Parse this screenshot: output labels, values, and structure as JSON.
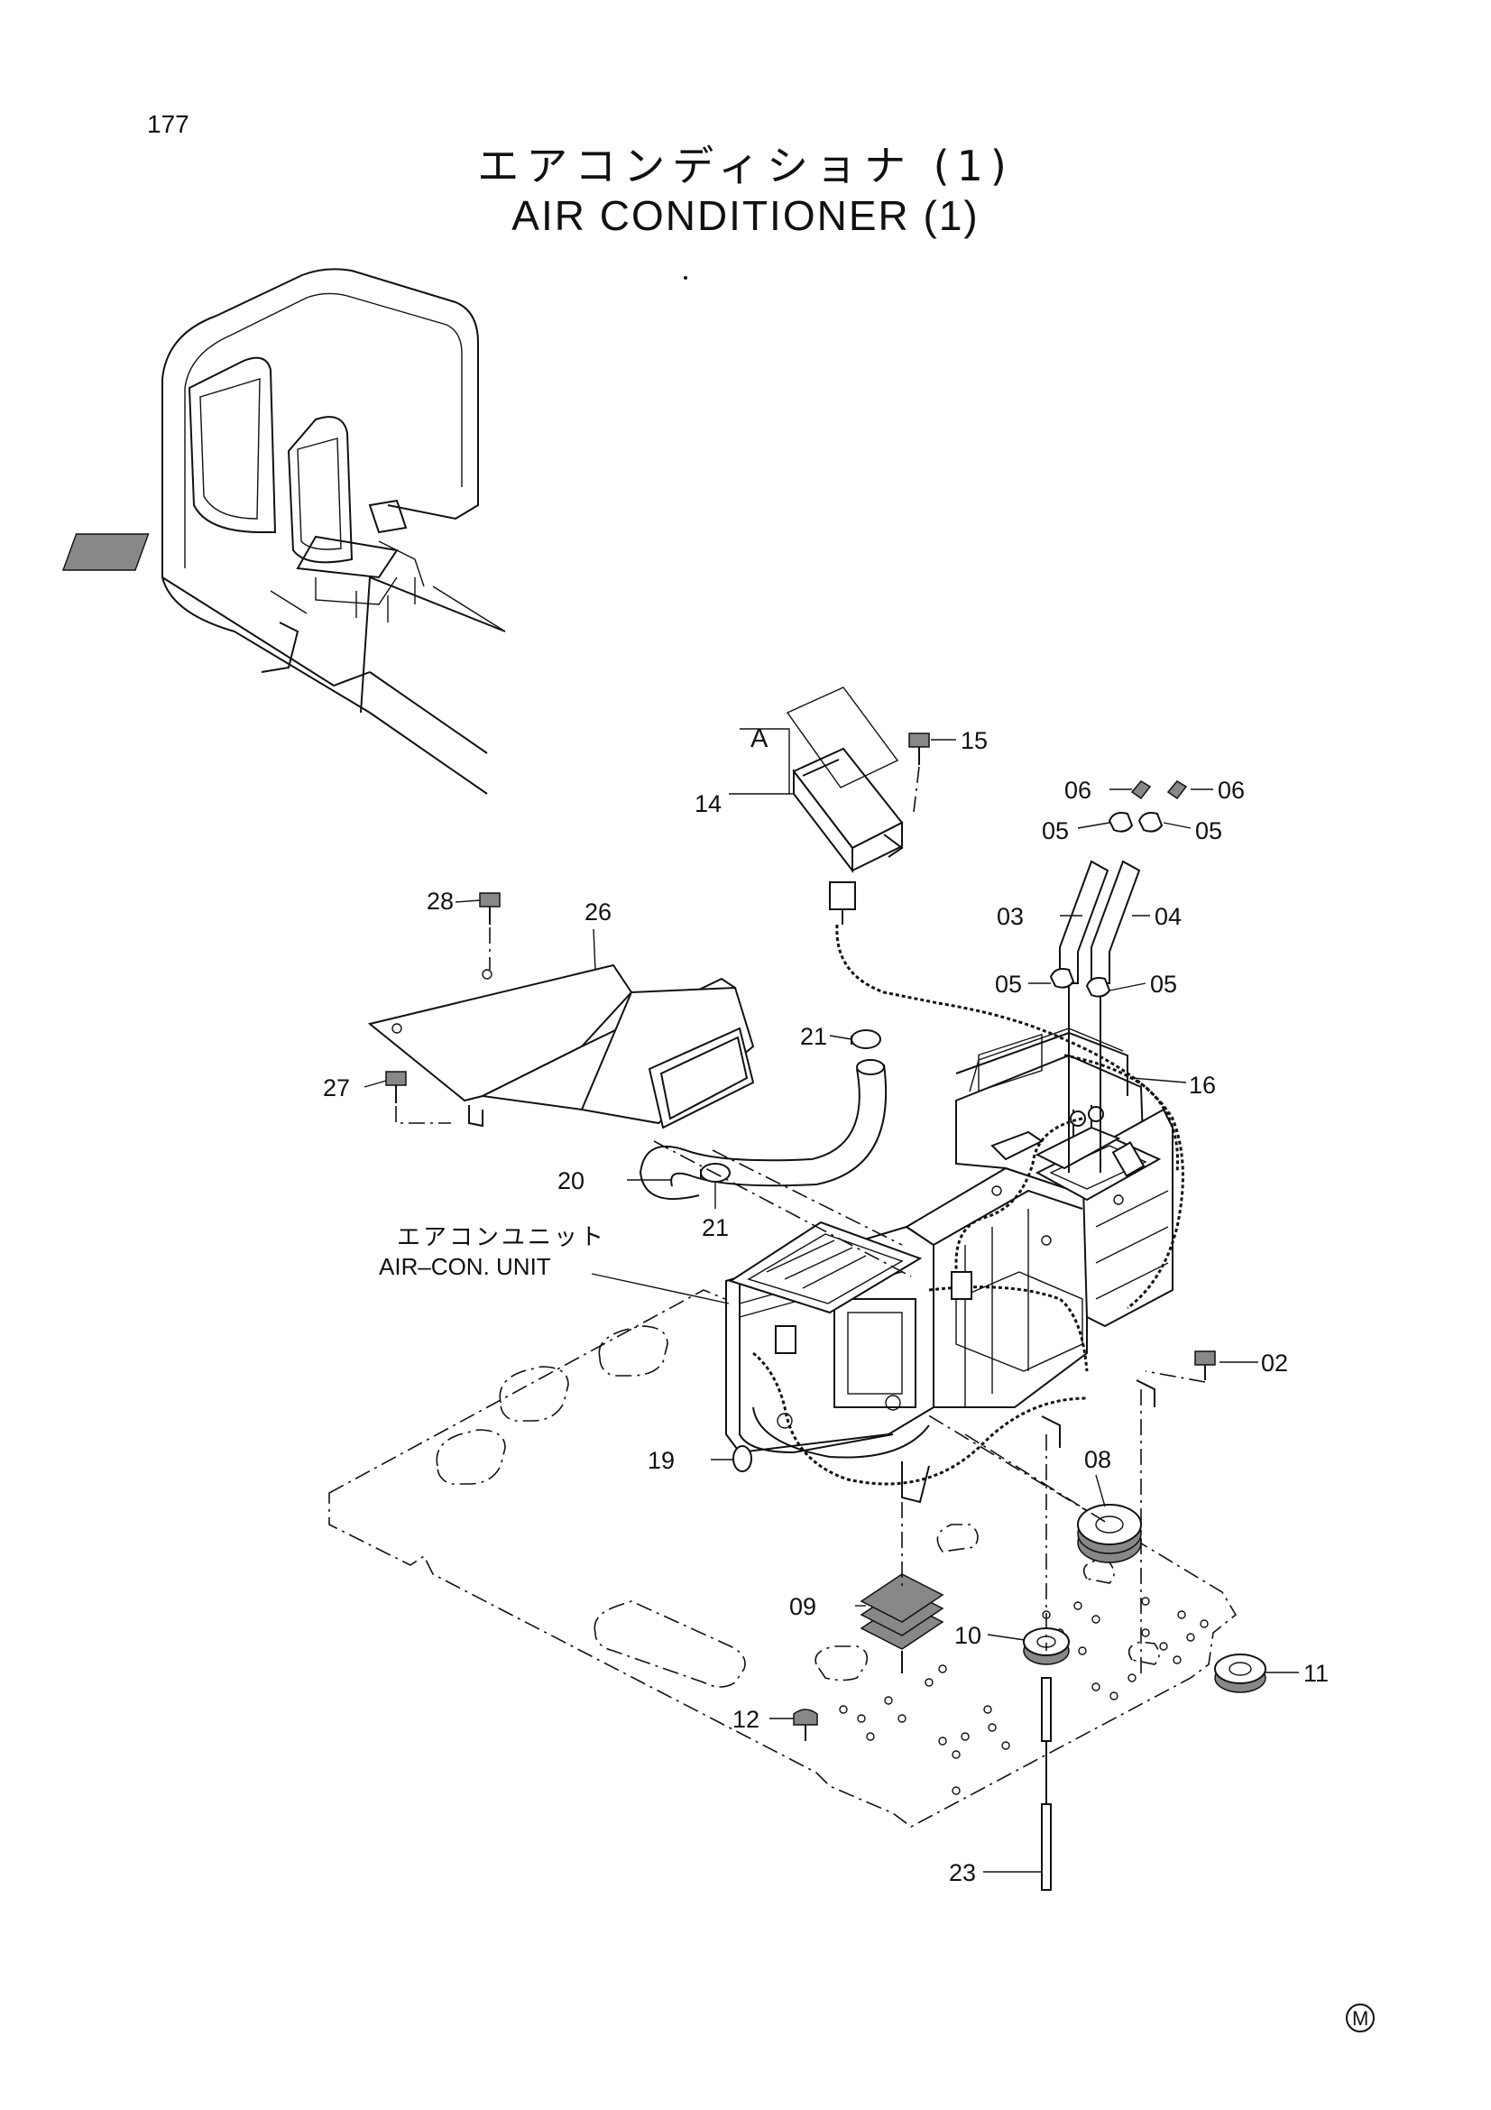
{
  "page_number": "177",
  "title_jp": "エアコンディショナ (1)",
  "title_en": "AIR CONDITIONER (1)",
  "unit_label_jp": "エアコンユニット",
  "unit_label_en": "AIR–CON. UNIT",
  "view_label": "A",
  "mark": "M",
  "callouts": [
    "15",
    "06",
    "06",
    "05",
    "05",
    "14",
    "28",
    "26",
    "03",
    "04",
    "05",
    "05",
    "21",
    "16",
    "27",
    "20",
    "21",
    "02",
    "19",
    "08",
    "09",
    "10",
    "11",
    "12",
    "23"
  ]
}
